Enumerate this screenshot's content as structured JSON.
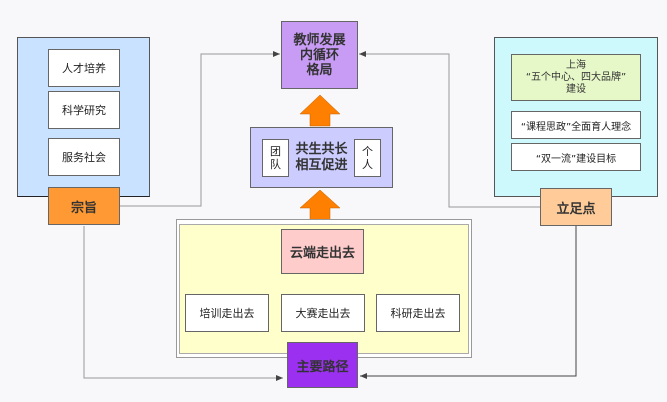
{
  "colors": {
    "purple_light": "#c89cf5",
    "purple_dark": "#9b30f0",
    "blue_light": "#c9e2ff",
    "cyan_light": "#cdf9fc",
    "lavender": "#ccccff",
    "yellow": "#ffffcc",
    "pink": "#ffcccc",
    "green_light": "#e6f7c8",
    "orange": "#ff9933",
    "orange_light": "#ffcc99",
    "arrow_orange": "#ff7f00"
  },
  "top": {
    "label": "教师发展\n内循环\n格局"
  },
  "middle": {
    "team": "团\n队",
    "center": "共生共长\n相互促进",
    "individual": "个\n人"
  },
  "left": {
    "items": [
      "人才培养",
      "科学研究",
      "服务社会"
    ],
    "tag": "宗旨"
  },
  "right": {
    "items": [
      "上海\n“五个中心、四大品牌”\n建设",
      "“课程思政”全面育人理念",
      "“双一流”建设目标"
    ],
    "tag": "立足点"
  },
  "bottom": {
    "cloud": "云端走出去",
    "items": [
      "培训走出去",
      "大赛走出去",
      "科研走出去"
    ],
    "tag": "主要路径"
  }
}
